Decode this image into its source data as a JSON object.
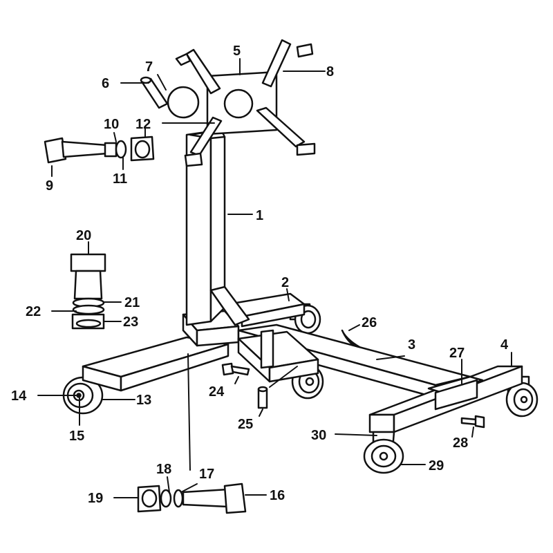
{
  "diagram": {
    "labels": {
      "p1": "1",
      "p2": "2",
      "p3": "3",
      "p4": "4",
      "p5": "5",
      "p6": "6",
      "p7": "7",
      "p8": "8",
      "p9": "9",
      "p10": "10",
      "p11": "11",
      "p12": "12",
      "p13": "13",
      "p14": "14",
      "p15": "15",
      "p16": "16",
      "p17": "17",
      "p18": "18",
      "p19": "19",
      "p20": "20",
      "p21": "21",
      "p22": "22",
      "p23": "23",
      "p24": "24",
      "p25": "25",
      "p26": "26",
      "p27": "27",
      "p28": "28",
      "p29": "29",
      "p30": "30"
    },
    "colors": {
      "ink": "#111111",
      "paper": "#ffffff"
    }
  }
}
